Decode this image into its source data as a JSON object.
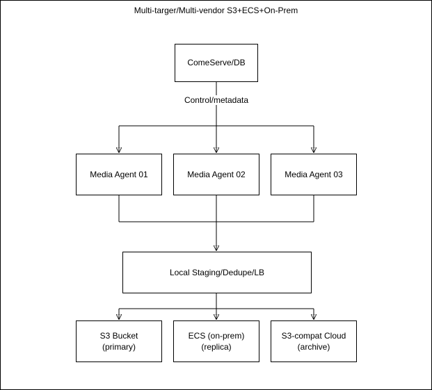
{
  "title": "Multi-targer/Multi-vendor S3+ECS+On-Prem",
  "nodes": {
    "commserve": {
      "label": "ComeServe/DB"
    },
    "media_agent_01": {
      "label": "Media Agent 01"
    },
    "media_agent_02": {
      "label": "Media Agent 02"
    },
    "media_agent_03": {
      "label": "Media Agent 03"
    },
    "staging": {
      "label": "Local Staging/Dedupe/LB"
    },
    "s3_bucket": {
      "label": "S3 Bucket\n(primary)"
    },
    "ecs": {
      "label": "ECS (on-prem)\n(replica)"
    },
    "s3_compat": {
      "label": "S3-compat Cloud\n(archive)"
    }
  },
  "edge_labels": {
    "control": "Control/metadata"
  },
  "colors": {
    "line": "#000000",
    "node_border": "#000000",
    "node_fill": "#ffffff",
    "text": "#000000",
    "background": "#ffffff"
  }
}
